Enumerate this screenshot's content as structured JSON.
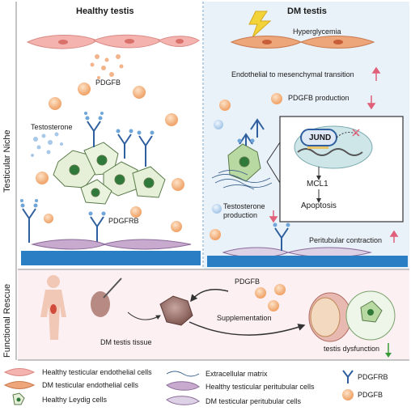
{
  "sections": {
    "top_left_title": "Healthy testis",
    "top_right_title": "DM testis",
    "left_band_top": "Testicular Niche",
    "left_band_bottom": "Functional Rescue"
  },
  "healthy": {
    "pdgfb": "PDGFB",
    "testosterone": "Testosterone",
    "pdgfrb": "PDGFRB"
  },
  "dm": {
    "hyperglycemia": "Hyperglycemia",
    "emt": "Endothelial to mesenchymal transition",
    "pdgfb_production": "PDGFB production",
    "jund": "JUND",
    "mcl1": "MCL1",
    "apoptosis": "Apoptosis",
    "testosterone_production_1": "Testosterone",
    "testosterone_production_2": "production",
    "peritubular": "Peritubular contraction"
  },
  "rescue": {
    "pdgfb": "PDGFB",
    "supplementation": "Supplementation",
    "dm_tissue": "DM testis tissue",
    "dysfunction": "testis dysfunction"
  },
  "legend": {
    "col1": [
      "Healthy testicular endothelial cells",
      "DM testicular endothelial cells",
      "Healthy Leydig cells"
    ],
    "col2": [
      "Extracellular matrix",
      "Healthy testicular peritubular cells",
      "DM testicular peritubular cells"
    ],
    "col3": [
      "PDGFRB",
      "PDGFB"
    ]
  },
  "colors": {
    "up_arrow": "#e0607a",
    "down_arrow": "#e0607a",
    "green_arrow": "#3a9a3a",
    "blue_panel": "#e8f0f8",
    "pink_panel": "#fbf0f2"
  }
}
